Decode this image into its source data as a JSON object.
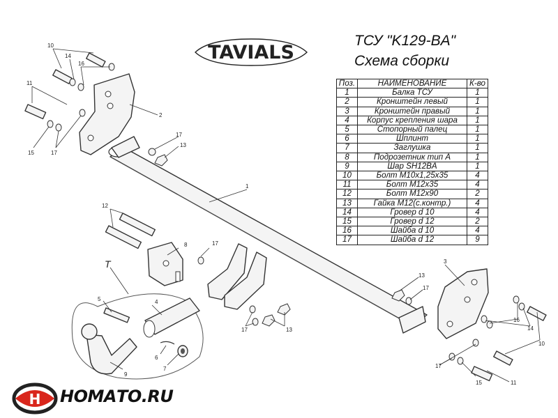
{
  "brand": {
    "name": "TAVIALS"
  },
  "title": {
    "line1": "ТСУ \"K129-BA\"",
    "line2": "Схема сборки"
  },
  "table": {
    "headers": [
      "Поз.",
      "НАИМЕНОВАНИЕ",
      "К-во"
    ],
    "rows": [
      [
        "1",
        "Балка ТСУ",
        "1"
      ],
      [
        "2",
        "Кронштейн левый",
        "1"
      ],
      [
        "3",
        "Кронштейн правый",
        "1"
      ],
      [
        "4",
        "Корпус крепления шара",
        "1"
      ],
      [
        "5",
        "Стопорный палец",
        "1"
      ],
      [
        "6",
        "Шплинт",
        "1"
      ],
      [
        "7",
        "Заглушка",
        "1"
      ],
      [
        "8",
        "Подрозетник тип А",
        "1"
      ],
      [
        "9",
        "Шар SH12BA",
        "1"
      ],
      [
        "10",
        "Болт М10х1,25х35",
        "4"
      ],
      [
        "11",
        "Болт М12х35",
        "4"
      ],
      [
        "12",
        "Болт М12х90",
        "2"
      ],
      [
        "13",
        "Гайка М12(с.контр.)",
        "4"
      ],
      [
        "14",
        "Гровер d 10",
        "4"
      ],
      [
        "15",
        "Гровер d 12",
        "2"
      ],
      [
        "16",
        "Шайба d 10",
        "4"
      ],
      [
        "17",
        "Шайба d 12",
        "9"
      ]
    ]
  },
  "callouts": {
    "left_bracket": [
      "10",
      "14",
      "16",
      "11",
      "2",
      "15",
      "17",
      "17",
      "13"
    ],
    "beam": [
      "1"
    ],
    "middle": [
      "12",
      "8",
      "17",
      "T",
      "5",
      "4",
      "6",
      "7",
      "9",
      "17",
      "13"
    ],
    "right_bracket": [
      "3",
      "13",
      "17",
      "16",
      "14",
      "10",
      "17",
      "15",
      "11"
    ]
  },
  "watermark": {
    "text": "НОМАТО.RU"
  },
  "colors": {
    "line": "#333333",
    "logo_red": "#d9261c",
    "part_fill": "#f4f4f4"
  }
}
